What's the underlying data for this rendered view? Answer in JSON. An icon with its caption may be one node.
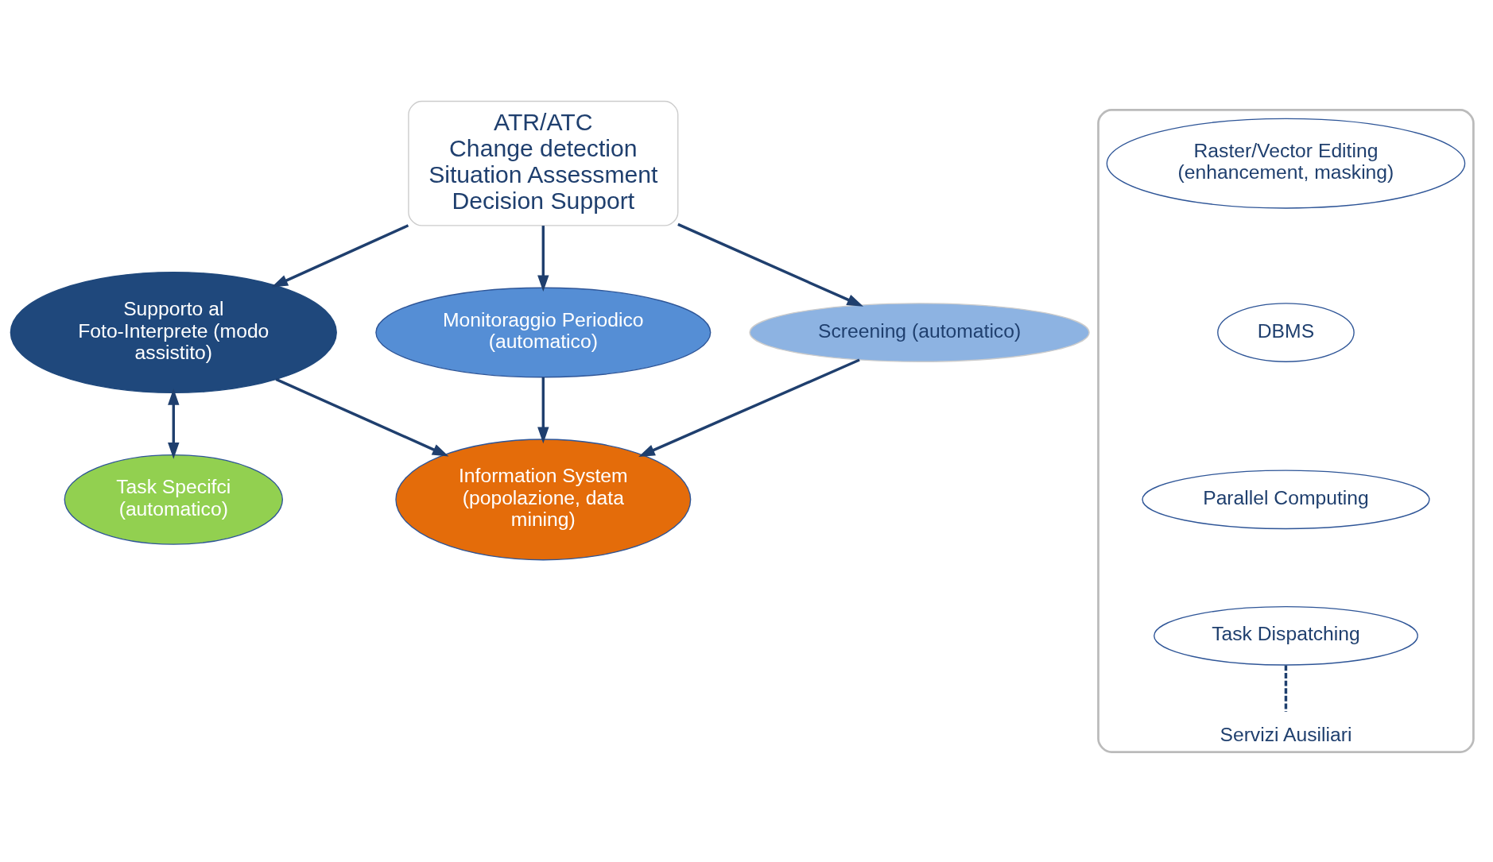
{
  "diagram": {
    "nodes": [
      {
        "text": [
          "ATR/ATC",
          "Change detection",
          "Situation Assessment",
          "Decision Support"
        ]
      },
      {
        "text": [
          "Supporto al Foto-Interprete (modo assistito)"
        ]
      },
      {
        "text": [
          "Task Specifci (automatico)"
        ]
      },
      {
        "text": [
          "Monitoraggio Periodico (automatico)"
        ]
      },
      {
        "text": [
          "Screening (automatico)"
        ]
      },
      {
        "text": [
          "Information System (popolazione, data mining)"
        ]
      },
      {
        "text": [
          "Servizi Ausiliari"
        ]
      },
      {
        "text": [
          "Raster/Vector Editing",
          "(enhancement, masking)"
        ],
        "in": 6
      },
      {
        "text": [
          "DBMS"
        ],
        "in": 6
      },
      {
        "text": [
          "Parallel Computing"
        ],
        "in": 6
      },
      {
        "text": [
          "Task Dispatching"
        ],
        "in": 6
      }
    ],
    "edges": [
      {
        "from": 0,
        "to": 1,
        "arrow": "to"
      },
      {
        "from": 0,
        "to": 3,
        "arrow": "to"
      },
      {
        "from": 0,
        "to": 4,
        "arrow": "to"
      },
      {
        "from": 1,
        "to": 2,
        "arrow": "both"
      },
      {
        "from": 1,
        "to": 5,
        "arrow": "to"
      },
      {
        "from": 3,
        "to": 5,
        "arrow": "to"
      },
      {
        "from": 4,
        "to": 5,
        "arrow": "to"
      },
      {
        "from": 10,
        "to": null,
        "arrow": "none",
        "style": "dashed"
      }
    ]
  }
}
